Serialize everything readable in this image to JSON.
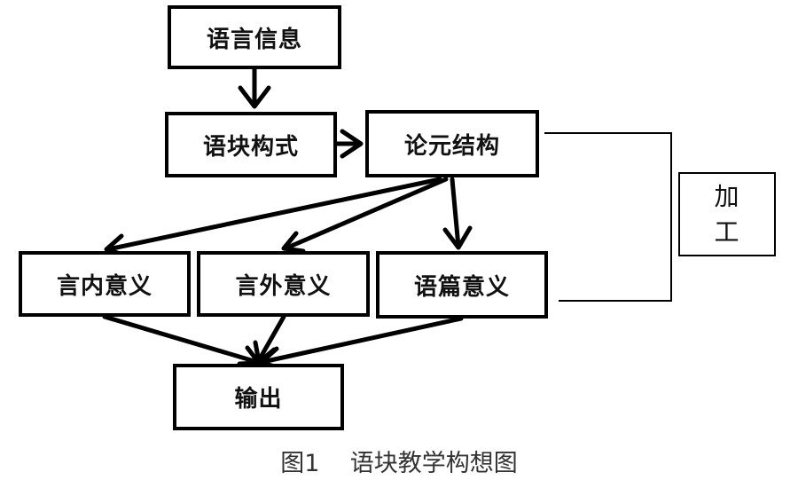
{
  "diagram": {
    "nodes": {
      "info": "语言信息",
      "chunk": "语块构式",
      "argument": "论元结构",
      "inner_meaning": "言内意义",
      "outer_meaning": "言外意义",
      "text_meaning": "语篇意义",
      "output": "输出",
      "process_line1": "加",
      "process_line2": "工"
    },
    "edges": [
      {
        "from": "info",
        "to": "chunk"
      },
      {
        "from": "chunk",
        "to": "argument"
      },
      {
        "from": "argument",
        "to": "inner_meaning"
      },
      {
        "from": "argument",
        "to": "outer_meaning"
      },
      {
        "from": "argument",
        "to": "text_meaning"
      },
      {
        "from": "inner_meaning",
        "to": "output"
      },
      {
        "from": "outer_meaning",
        "to": "output"
      },
      {
        "from": "text_meaning",
        "to": "output"
      },
      {
        "from": "argument",
        "to": "process"
      },
      {
        "from": "text_meaning",
        "to": "process"
      }
    ],
    "caption_label": "图1",
    "caption_title": "语块教学构想图"
  }
}
